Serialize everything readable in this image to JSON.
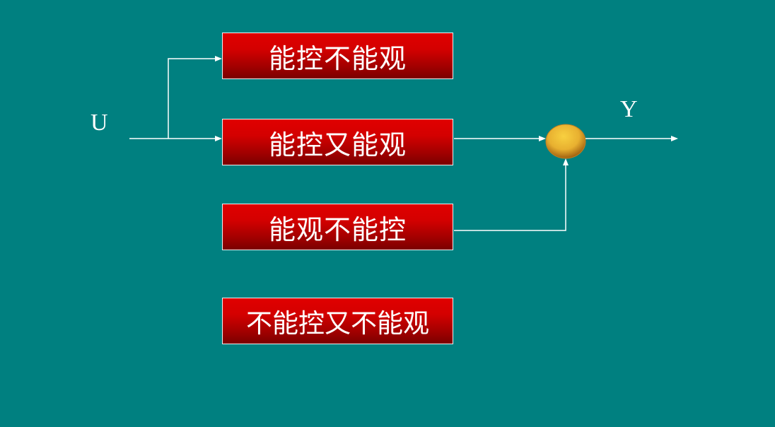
{
  "diagram": {
    "input_label": "U",
    "output_label": "Y",
    "blocks": [
      {
        "label": "能控不能观"
      },
      {
        "label": "能控又能观"
      },
      {
        "label": "能观不能控"
      },
      {
        "label": "不能控又不能观"
      }
    ],
    "colors": {
      "background": "#008080",
      "block_fill": "#c00000",
      "block_border": "#ffffff",
      "line": "#ffffff",
      "summing_node": "#e8b030"
    }
  }
}
